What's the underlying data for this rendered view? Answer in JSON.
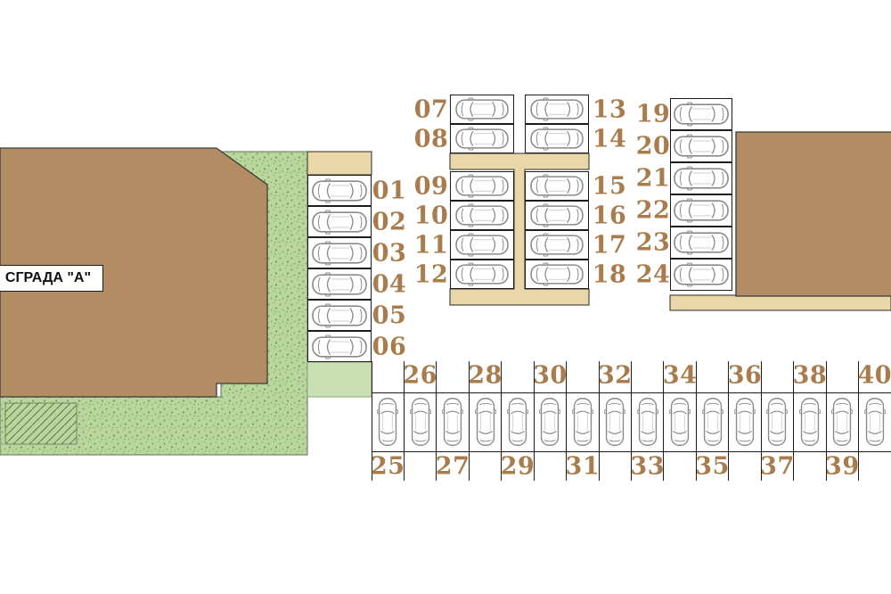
{
  "plan": {
    "building_a_label": "СГРАДА \"А\"",
    "stall_numbers": {
      "left_column": [
        "01",
        "02",
        "03",
        "04",
        "05",
        "06"
      ],
      "middle_left_column": [
        "07",
        "08",
        "09",
        "10",
        "11",
        "12"
      ],
      "middle_right_column": [
        "13",
        "14",
        "15",
        "16",
        "17",
        "18"
      ],
      "right_column": [
        "19",
        "20",
        "21",
        "22",
        "23",
        "24"
      ],
      "bottom_row_upper": [
        "26",
        "28",
        "30",
        "32",
        "34",
        "36",
        "38",
        "40"
      ],
      "bottom_row_lower": [
        "25",
        "27",
        "29",
        "31",
        "33",
        "35",
        "37",
        "39"
      ]
    },
    "colors": {
      "building_fill": "#b28d63",
      "stall_number_text": "#a87c4c",
      "curb_strip": "#ead7a9",
      "landscape_green": "#b9d79c",
      "plain_green": "#c9e0b4",
      "car_outline": "#8a8a8a"
    },
    "icons": {
      "car": "car-top-view-icon"
    }
  }
}
